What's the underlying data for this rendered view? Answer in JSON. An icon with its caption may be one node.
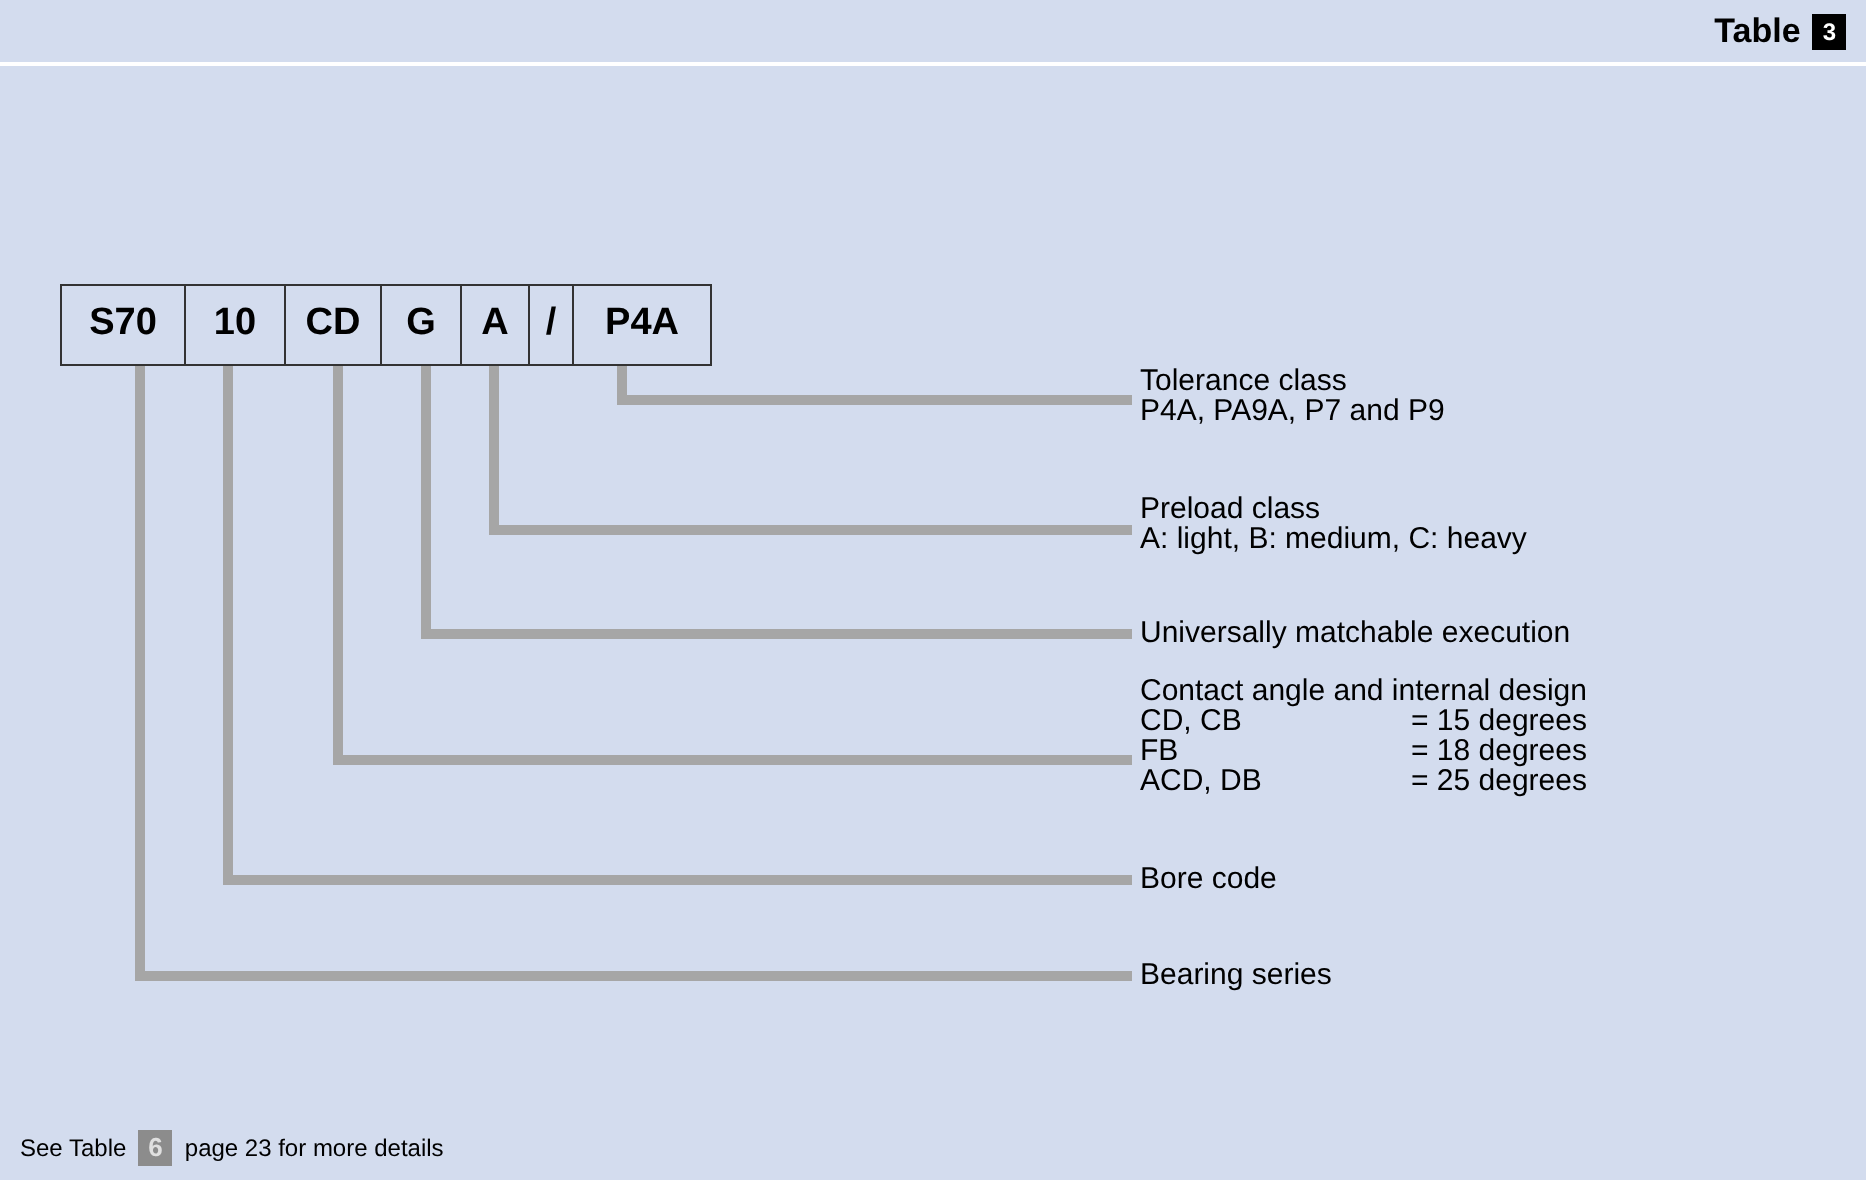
{
  "diagram": {
    "nodes": [
      {
        "text": [
          "S70"
        ]
      },
      {
        "text": [
          "10"
        ]
      },
      {
        "text": [
          "CD"
        ]
      },
      {
        "text": [
          "G"
        ]
      },
      {
        "text": [
          "A"
        ]
      },
      {
        "text": [
          "/"
        ]
      },
      {
        "text": [
          "P4A"
        ]
      },
      {
        "text": [
          "Tolerance class",
          "P4A, PA9A, P7 and P9"
        ]
      },
      {
        "text": [
          "Preload class",
          "A: light, B: medium, C: heavy"
        ]
      },
      {
        "text": [
          "Universally matchable execution"
        ]
      },
      {
        "text": [
          "Contact angle and internal design",
          "CD, CB",
          "= 15 degrees",
          "FB",
          "= 18 degrees",
          "ACD, DB",
          "= 25 degrees"
        ]
      },
      {
        "text": [
          "Bore code"
        ]
      },
      {
        "text": [
          "Bearing series"
        ]
      }
    ],
    "edges": [
      {
        "from": 6,
        "to": 7,
        "arrow": "none"
      },
      {
        "from": 4,
        "to": 8,
        "arrow": "none"
      },
      {
        "from": 3,
        "to": 9,
        "arrow": "none"
      },
      {
        "from": 2,
        "to": 10,
        "arrow": "none"
      },
      {
        "from": 1,
        "to": 11,
        "arrow": "none"
      },
      {
        "from": 0,
        "to": 12,
        "arrow": "none"
      }
    ],
    "labels": [
      "Table",
      "3",
      "See Table",
      "6",
      "page 23 for more details"
    ]
  }
}
